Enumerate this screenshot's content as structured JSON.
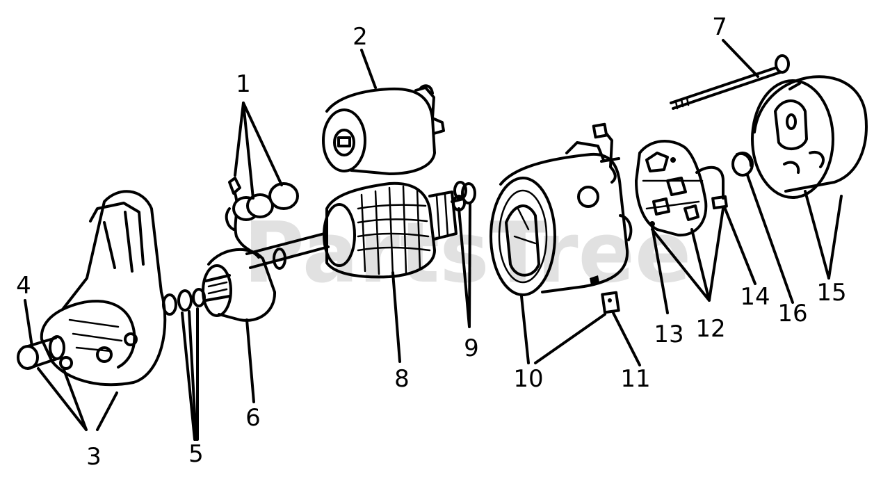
{
  "watermark": "PartsTree",
  "callouts": {
    "c1": "1",
    "c2": "2",
    "c3": "3",
    "c4": "4",
    "c5": "5",
    "c6": "6",
    "c7": "7",
    "c8": "8",
    "c9": "9",
    "c10": "10",
    "c11": "11",
    "c12": "12",
    "c13": "13",
    "c14": "14",
    "c15": "15",
    "c16": "16"
  },
  "colors": {
    "ink": "#000000",
    "paper": "#ffffff",
    "watermark": "#c9c9c9"
  }
}
